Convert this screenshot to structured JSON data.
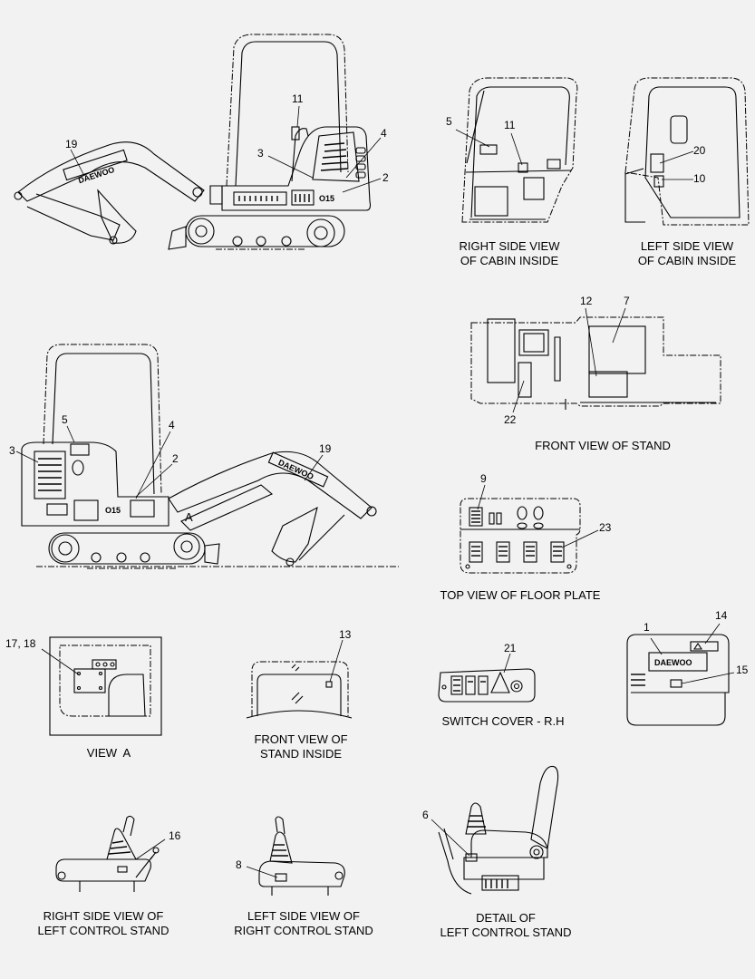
{
  "captions": {
    "right_cabin": [
      "RIGHT SIDE VIEW",
      "OF CABIN INSIDE"
    ],
    "left_cabin": [
      "LEFT SIDE VIEW",
      "OF CABIN INSIDE"
    ],
    "front_stand": [
      "FRONT VIEW OF STAND"
    ],
    "floor_plate": [
      "TOP VIEW OF FLOOR PLATE"
    ],
    "view_a": [
      "VIEW  A"
    ],
    "stand_inside": [
      "FRONT VIEW OF",
      "STAND INSIDE"
    ],
    "switch_cover": [
      "SWITCH COVER - R.H"
    ],
    "right_side_left_stand": [
      "RIGHT SIDE VIEW OF",
      "LEFT CONTROL STAND"
    ],
    "left_side_right_stand": [
      "LEFT SIDE VIEW OF",
      "RIGHT CONTROL STAND"
    ],
    "detail_left_stand": [
      "DETAIL OF",
      "LEFT CONTROL STAND"
    ]
  },
  "callouts": {
    "top_side": [
      "11",
      "19",
      "3",
      "4",
      "2"
    ],
    "right_cabin": [
      "5",
      "11"
    ],
    "left_cabin": [
      "20",
      "10"
    ],
    "front_stand": [
      "12",
      "7",
      "22"
    ],
    "bottom_side": [
      "5",
      "4",
      "3",
      "2",
      "19",
      "A"
    ],
    "floor_plate": [
      "9",
      "23"
    ],
    "view_a": [
      "17, 18"
    ],
    "stand_inside": [
      "13"
    ],
    "switch_cover": [
      "21"
    ],
    "engine_cover": [
      "1",
      "14",
      "15"
    ],
    "right_side_left_stand": [
      "16"
    ],
    "left_side_right_stand": [
      "8"
    ],
    "detail_left_stand": [
      "6"
    ]
  },
  "decal_text": {
    "brand": "DAEWOO",
    "model": "O15"
  }
}
